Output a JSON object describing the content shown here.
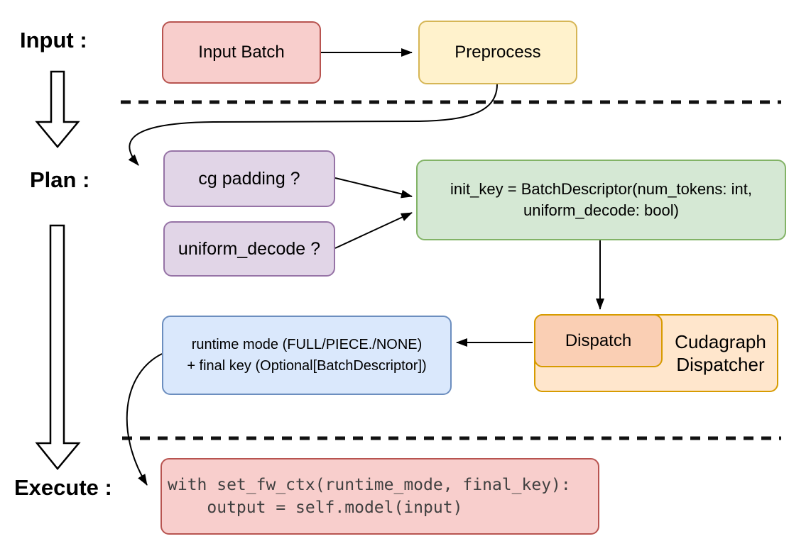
{
  "stage_labels": {
    "input": "Input :",
    "plan": "Plan :",
    "execute": "Execute :"
  },
  "nodes": {
    "input_batch": {
      "label": "Input Batch"
    },
    "preprocess": {
      "label": "Preprocess"
    },
    "cg_padding": {
      "label": "cg padding ?"
    },
    "uniform_decode": {
      "label": "uniform_decode ?"
    },
    "init_key": {
      "line1": "init_key = BatchDescriptor(num_tokens: int,",
      "line2": "uniform_decode: bool)"
    },
    "runtime_mode": {
      "line1": "runtime mode (FULL/PIECE./NONE)",
      "line2": "+ final key (Optional[BatchDescriptor])"
    },
    "dispatch": {
      "label": "Dispatch"
    },
    "cudagraph_dispatcher": {
      "line1": "Cudagraph",
      "line2": "Dispatcher"
    },
    "execute_code": {
      "line1": "with set_fw_ctx(runtime_mode, final_key):",
      "line2": "    output = self.model(input)"
    }
  },
  "palette": {
    "red_fill": "#F8CECC",
    "red_stroke": "#B85450",
    "yellow_fill": "#FFF2CC",
    "yellow_stroke": "#D6B656",
    "purple_fill": "#E1D5E7",
    "purple_stroke": "#9673A6",
    "green_fill": "#D5E8D4",
    "green_stroke": "#82B366",
    "blue_fill": "#DAE8FC",
    "blue_stroke": "#6C8EBF",
    "orange_fill": "#FFE6CC",
    "orange_inner_fill": "#FACFB4",
    "orange_stroke": "#D79B00",
    "connector": "#000000"
  }
}
